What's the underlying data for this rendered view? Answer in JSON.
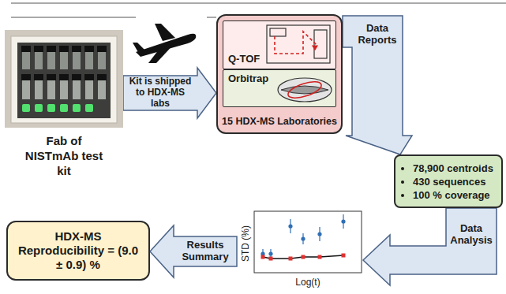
{
  "diagram": {
    "nodes": [
      {
        "text": [
          "Fab of NISTmAb test kit"
        ]
      },
      {
        "text": [
          "15 HDX-MS Laboratories"
        ]
      },
      {
        "text": [
          "Q-TOF"
        ],
        "in": 1
      },
      {
        "text": [
          "Orbitrap"
        ],
        "in": 1
      },
      {
        "text": [
          "78,900 centroids",
          "430 sequences",
          "100 % coverage"
        ]
      },
      {
        "text": [
          "STD (%)",
          "Log(t)"
        ]
      },
      {
        "text": [
          "HDX-MS Reproducibility = (9.0 ± 0.9) %"
        ]
      }
    ],
    "edges": [
      {
        "from": 0,
        "to": 1,
        "arrow": "to",
        "label": "Kit is shipped to HDX-MS labs"
      },
      {
        "from": 1,
        "to": 4,
        "arrow": "to",
        "label": "Data Reports"
      },
      {
        "from": 4,
        "to": 5,
        "arrow": "to",
        "label": "Data Analysis"
      },
      {
        "from": 5,
        "to": 6,
        "arrow": "to",
        "label": "Results Summary"
      }
    ]
  }
}
